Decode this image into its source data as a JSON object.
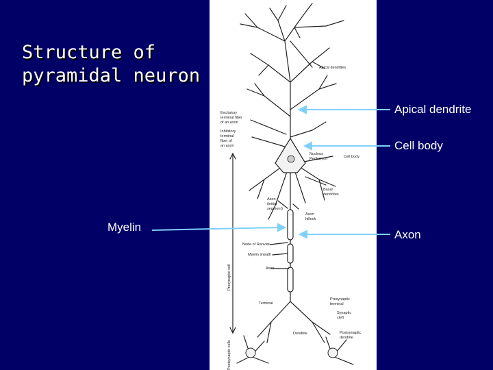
{
  "slide": {
    "title": "Structure of\npyramidal neuron",
    "background_color": "#000066",
    "accent_color": "#7fd0ff"
  },
  "callouts": {
    "apical_dendrite": "Apical dendrite",
    "cell_body": "Cell body",
    "axon": "Axon",
    "myelin": "Myelin"
  },
  "figure_labels": {
    "apical_dendrites": "Apical dendrites",
    "excitatory_line1": "Excitatory",
    "excitatory_line2": "terminal fiber",
    "excitatory_line3": "of an axon",
    "inhibitory_line1": "Inhibitory",
    "inhibitory_line2": "terminal",
    "inhibitory_line3": "fiber of",
    "inhibitory_line4": "an axon",
    "nucleus": "Nucleus",
    "perikaryon": "Perikaryon",
    "cell_body": "Cell body",
    "basal_line1": "Basal",
    "basal_line2": "dendrites",
    "axon_is_line1": "Axon",
    "axon_is_line2": "(initial",
    "axon_is_line3": "segment)",
    "axon_hillock_line1": "Axon",
    "axon_hillock_line2": "hillock",
    "node_of_ranvier": "Node of Ranvier",
    "myelin_sheath": "Myelin sheath",
    "axon": "Axon",
    "presynaptic_cell": "Presynaptic cell",
    "terminal": "Terminal",
    "presynaptic_terminal_line1": "Presynaptic",
    "presynaptic_terminal_line2": "terminal",
    "synaptic_cleft_line1": "Synaptic",
    "synaptic_cleft_line2": "cleft",
    "postsynaptic_dendrite_line1": "Postsynaptic",
    "postsynaptic_dendrite_line2": "dendrite",
    "dendrite": "Dendrite",
    "postsynaptic_cells": "Postsynaptic cells"
  }
}
